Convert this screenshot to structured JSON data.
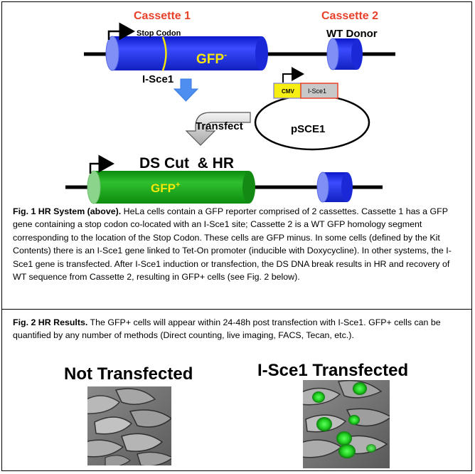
{
  "diagram": {
    "cassette1_label": "Cassette 1",
    "cassette2_label": "Cassette 2",
    "stop_codon_label": "Stop Codon",
    "wt_donor_label": "WT Donor",
    "gfp_minus_label": "GFP",
    "gfp_minus_sup": "-",
    "isce1_label": "I-Sce1",
    "cmv_label": "CMV",
    "isce1_box_label": "I-Sce1",
    "psce1_label": "pSCE1",
    "transfect_label": "Transfect",
    "ds_cut_label": "DS Cut  & HR",
    "gfp_plus_label": "GFP",
    "gfp_plus_sup": "+",
    "colors": {
      "cassette_red": "#e8412a",
      "blue_cassette": "#1f2fe0",
      "green_cassette": "#15a015",
      "gfp_text_yellow": "#f5e60a",
      "cmv_yellow": "#f7ee12",
      "arrow_blue": "#4d8ef0"
    }
  },
  "fig1": {
    "title": "Fig. 1 HR System (above).",
    "body": " HeLa cells contain a GFP reporter comprised of 2 cassettes.  Cassette 1 has a GFP gene containing a stop codon co-located with an I-Sce1 site; Cassette 2 is a WT GFP homology segment corresponding to the location of the Stop Codon. These cells are GFP minus.  In some cells (defined by the Kit Contents) there is an I-Sce1 gene linked to Tet-On promoter (inducible with Doxycycline).  In other systems, the I-Sce1 gene is transfected.  After I-Sce1 induction or transfection, the DS DNA break results in HR and recovery of WT sequence from Cassette 2, resulting in GFP+ cells (see Fig. 2 below)."
  },
  "fig2": {
    "title": "Fig. 2 HR Results.",
    "body": " The GFP+ cells will appear within 24-48h post transfection with I-Sce1. GFP+ cells can be quantified by any number of methods (Direct counting, live imaging, FACS, Tecan, etc.).",
    "not_transfected_label": "Not Transfected",
    "transfected_label": "I-Sce1 Transfected"
  }
}
